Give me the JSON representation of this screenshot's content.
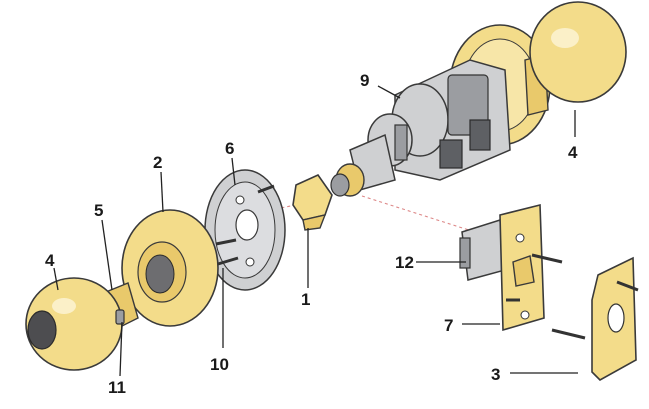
{
  "callouts": {
    "c1": "1",
    "c2": "2",
    "c3": "3",
    "c4_left": "4",
    "c4_right": "4",
    "c5": "5",
    "c6": "6",
    "c7": "7",
    "c9": "9",
    "c10": "10",
    "c11": "11",
    "c12": "12"
  },
  "colors": {
    "brass": "#f3dc8a",
    "steel": "#cfd0d2",
    "outline": "#3a3a3a"
  }
}
